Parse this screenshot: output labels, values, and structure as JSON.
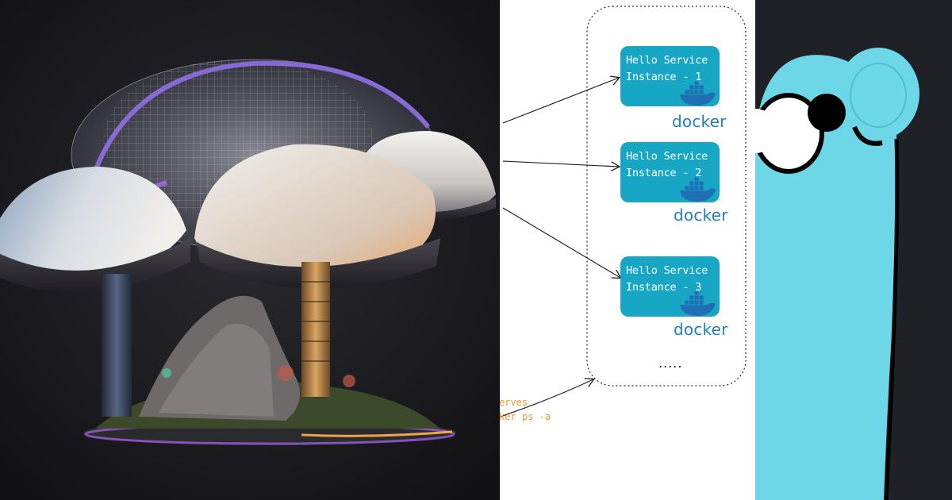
{
  "illustration": {
    "icon": "mushroom-dome-icon"
  },
  "diagram": {
    "instances": [
      {
        "line1": "Hello Service",
        "line2": "Instance - 1",
        "brand": "docker"
      },
      {
        "line1": "Hello Service",
        "line2": "Instance - 2",
        "brand": "docker"
      },
      {
        "line1": "Hello Service",
        "line2": "Instance - 3",
        "brand": "docker"
      }
    ],
    "ellipsis": ".....",
    "notes": {
      "line1": "erves",
      "line2": "ker ps -a"
    },
    "colors": {
      "card": "#17a7c4",
      "brand": "#1f7fc2",
      "note": "#f0982a"
    }
  },
  "mascot": {
    "icon": "gopher-icon",
    "color": "#6dd6e7"
  }
}
